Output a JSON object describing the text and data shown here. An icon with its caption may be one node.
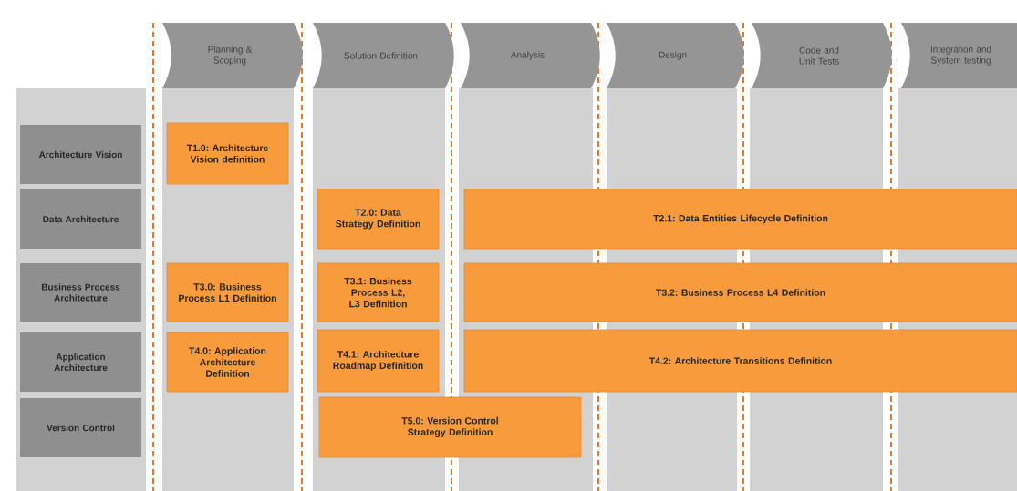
{
  "diagram": {
    "nodes": [
      {
        "text": [
          "Planning & Scoping"
        ]
      },
      {
        "text": [
          "Solution Definition"
        ]
      },
      {
        "text": [
          "Analysis"
        ]
      },
      {
        "text": [
          "Design"
        ]
      },
      {
        "text": [
          "Code and Unit Tests"
        ]
      },
      {
        "text": [
          "Integration and System testing"
        ]
      },
      {
        "text": [
          "Architecture Vision"
        ]
      },
      {
        "text": [
          "T1.0: Architecture Vision definition"
        ]
      },
      {
        "text": [
          "Data Architecture"
        ]
      },
      {
        "text": [
          "T2.0: Data Strategy Definition"
        ]
      },
      {
        "text": [
          "T2.1: Data Entities Lifecycle Definition"
        ]
      },
      {
        "text": [
          "Business Process Architecture"
        ]
      },
      {
        "text": [
          "T3.0: Business Process L1 Definition"
        ]
      },
      {
        "text": [
          "T3.1: Business Process L2, L3 Definition"
        ]
      },
      {
        "text": [
          "T3.2: Business Process L4 Definition"
        ]
      },
      {
        "text": [
          "Application Architecture"
        ]
      },
      {
        "text": [
          "T4.0: Application Architecture Definition"
        ]
      },
      {
        "text": [
          "T4.1: Architecture Roadmap Definition"
        ]
      },
      {
        "text": [
          "T4.2: Architecture Transitions Definition"
        ]
      },
      {
        "text": [
          "Version Control"
        ]
      },
      {
        "text": [
          "T5.0: Version Control Strategy Definition"
        ]
      }
    ]
  }
}
